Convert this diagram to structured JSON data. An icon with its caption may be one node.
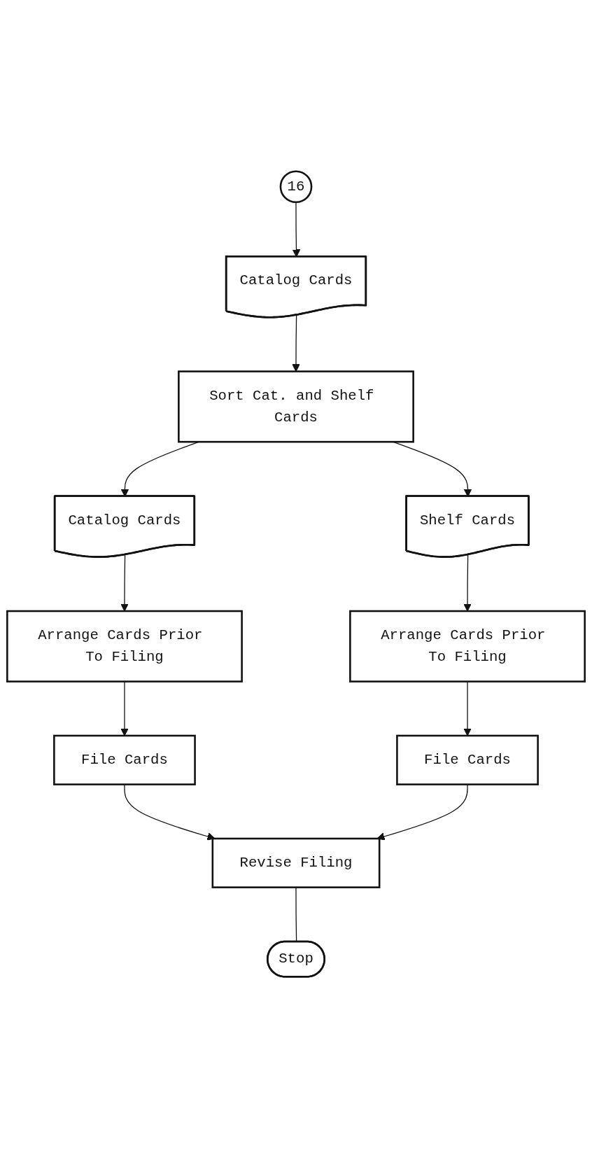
{
  "diagram": {
    "nodes": [
      {
        "text": [
          "16"
        ]
      },
      {
        "text": [
          "Catalog Cards"
        ]
      },
      {
        "text": [
          "Sort Cat. and Shelf Cards"
        ]
      },
      {
        "text": [
          "Catalog Cards"
        ]
      },
      {
        "text": [
          "Shelf Cards"
        ]
      },
      {
        "text": [
          "Arrange Cards Prior To Filing"
        ]
      },
      {
        "text": [
          "Arrange Cards Prior To Filing"
        ]
      },
      {
        "text": [
          "File Cards"
        ]
      },
      {
        "text": [
          "File Cards"
        ]
      },
      {
        "text": [
          "Revise Filing"
        ]
      },
      {
        "text": [
          "Stop"
        ]
      }
    ],
    "edges": [
      {
        "from": 0,
        "to": 1,
        "arrow": "to"
      },
      {
        "from": 1,
        "to": 2,
        "arrow": "to"
      },
      {
        "from": 2,
        "to": 3,
        "arrow": "to"
      },
      {
        "from": 2,
        "to": 4,
        "arrow": "to"
      },
      {
        "from": 3,
        "to": 5,
        "arrow": "to"
      },
      {
        "from": 4,
        "to": 6,
        "arrow": "to"
      },
      {
        "from": 5,
        "to": 7,
        "arrow": "to"
      },
      {
        "from": 6,
        "to": 8,
        "arrow": "to"
      },
      {
        "from": 7,
        "to": 9,
        "arrow": "to"
      },
      {
        "from": 8,
        "to": 9,
        "arrow": "to"
      },
      {
        "from": 9,
        "to": 10,
        "arrow": "none"
      }
    ]
  }
}
